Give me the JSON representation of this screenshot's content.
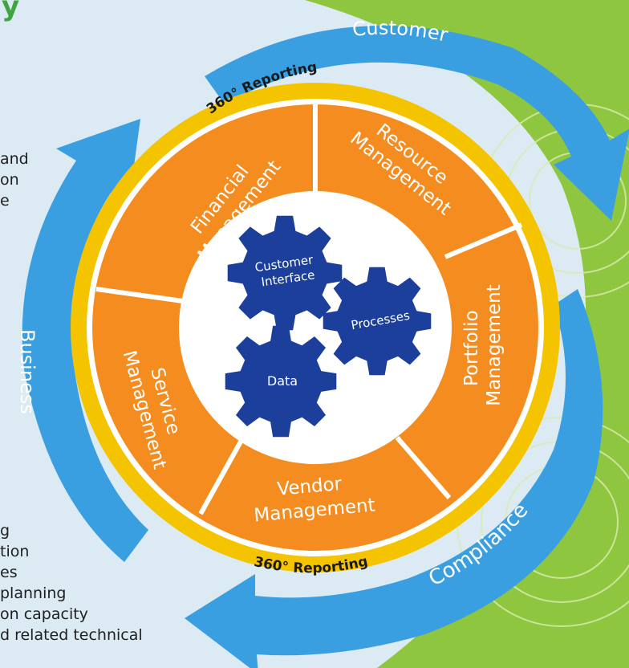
{
  "corner_glyph": "y",
  "arrows": {
    "top": "Customer",
    "left": "Business",
    "bottom_right": "Compliance"
  },
  "ring": {
    "top": "360° Reporting",
    "bottom": "360° Reporting"
  },
  "segments": {
    "financial": [
      "Financial",
      "Management"
    ],
    "resource": [
      "Resource",
      "Management"
    ],
    "portfolio": [
      "Portfolio",
      "Management"
    ],
    "vendor": [
      "Vendor",
      "Management"
    ],
    "service": [
      "Service",
      "Management"
    ]
  },
  "gears": {
    "customer_interface": [
      "Customer",
      "Interface"
    ],
    "processes": "Processes",
    "data": "Data"
  },
  "side_text_top": "and\non\ne",
  "side_text_bottom": "g\ntion\nes\nplanning\non capacity\nd related technical",
  "colors": {
    "blue_arrow": "#3a9fe0",
    "ring_yellow": "#f5c400",
    "segment_orange": "#f58c1f",
    "gear_blue": "#1b3f9a",
    "background_green": "#8fc63f"
  }
}
